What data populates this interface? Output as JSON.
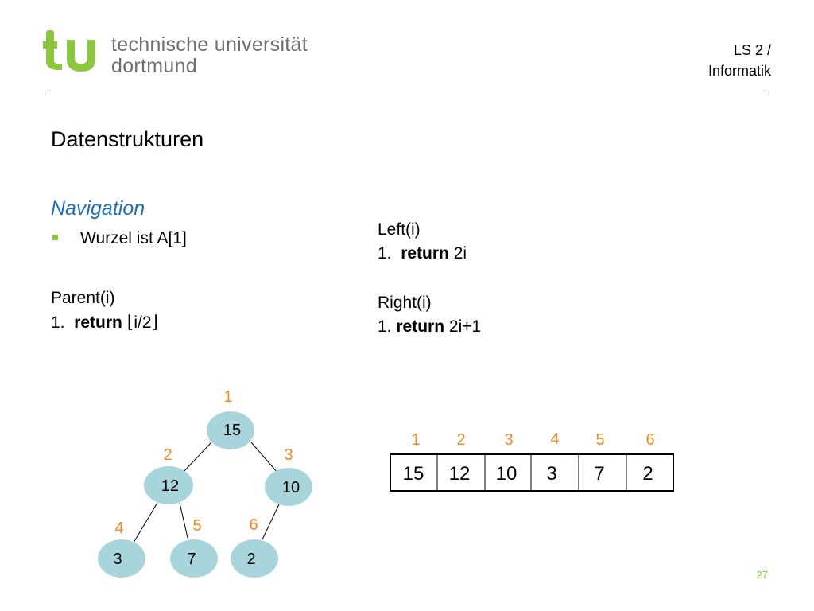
{
  "header": {
    "university_line1": "technische universität",
    "university_line2": "dortmund",
    "dept_line1": "LS 2 /",
    "dept_line2": "Informatik"
  },
  "title": "Datenstrukturen",
  "subtitle": "Navigation",
  "bullet": "Wurzel ist A[1]",
  "parent": {
    "name": "Parent(i)",
    "num": "1.",
    "keyword": "return",
    "expr": "i/2"
  },
  "left": {
    "name": "Left(i)",
    "num": "1.",
    "keyword": "return",
    "expr": "2i"
  },
  "right": {
    "name": "Right(i)",
    "num": "1.",
    "keyword": "return",
    "expr": "2i+1"
  },
  "tree": {
    "nodes": [
      {
        "value": "15",
        "index": "1"
      },
      {
        "value": "12",
        "index": "2"
      },
      {
        "value": "10",
        "index": "3"
      },
      {
        "value": "3",
        "index": "4"
      },
      {
        "value": "7",
        "index": "5"
      },
      {
        "value": "2",
        "index": "6"
      }
    ]
  },
  "array": {
    "indices": [
      "1",
      "2",
      "3",
      "4",
      "5",
      "6"
    ],
    "values": [
      "15",
      "12",
      "10",
      "3",
      "7",
      "2"
    ]
  },
  "page_number": "27",
  "colors": {
    "green": "#8cc63f",
    "blue": "#1f6fb5",
    "orange": "#f08c28",
    "node": "#a8d5dc"
  }
}
